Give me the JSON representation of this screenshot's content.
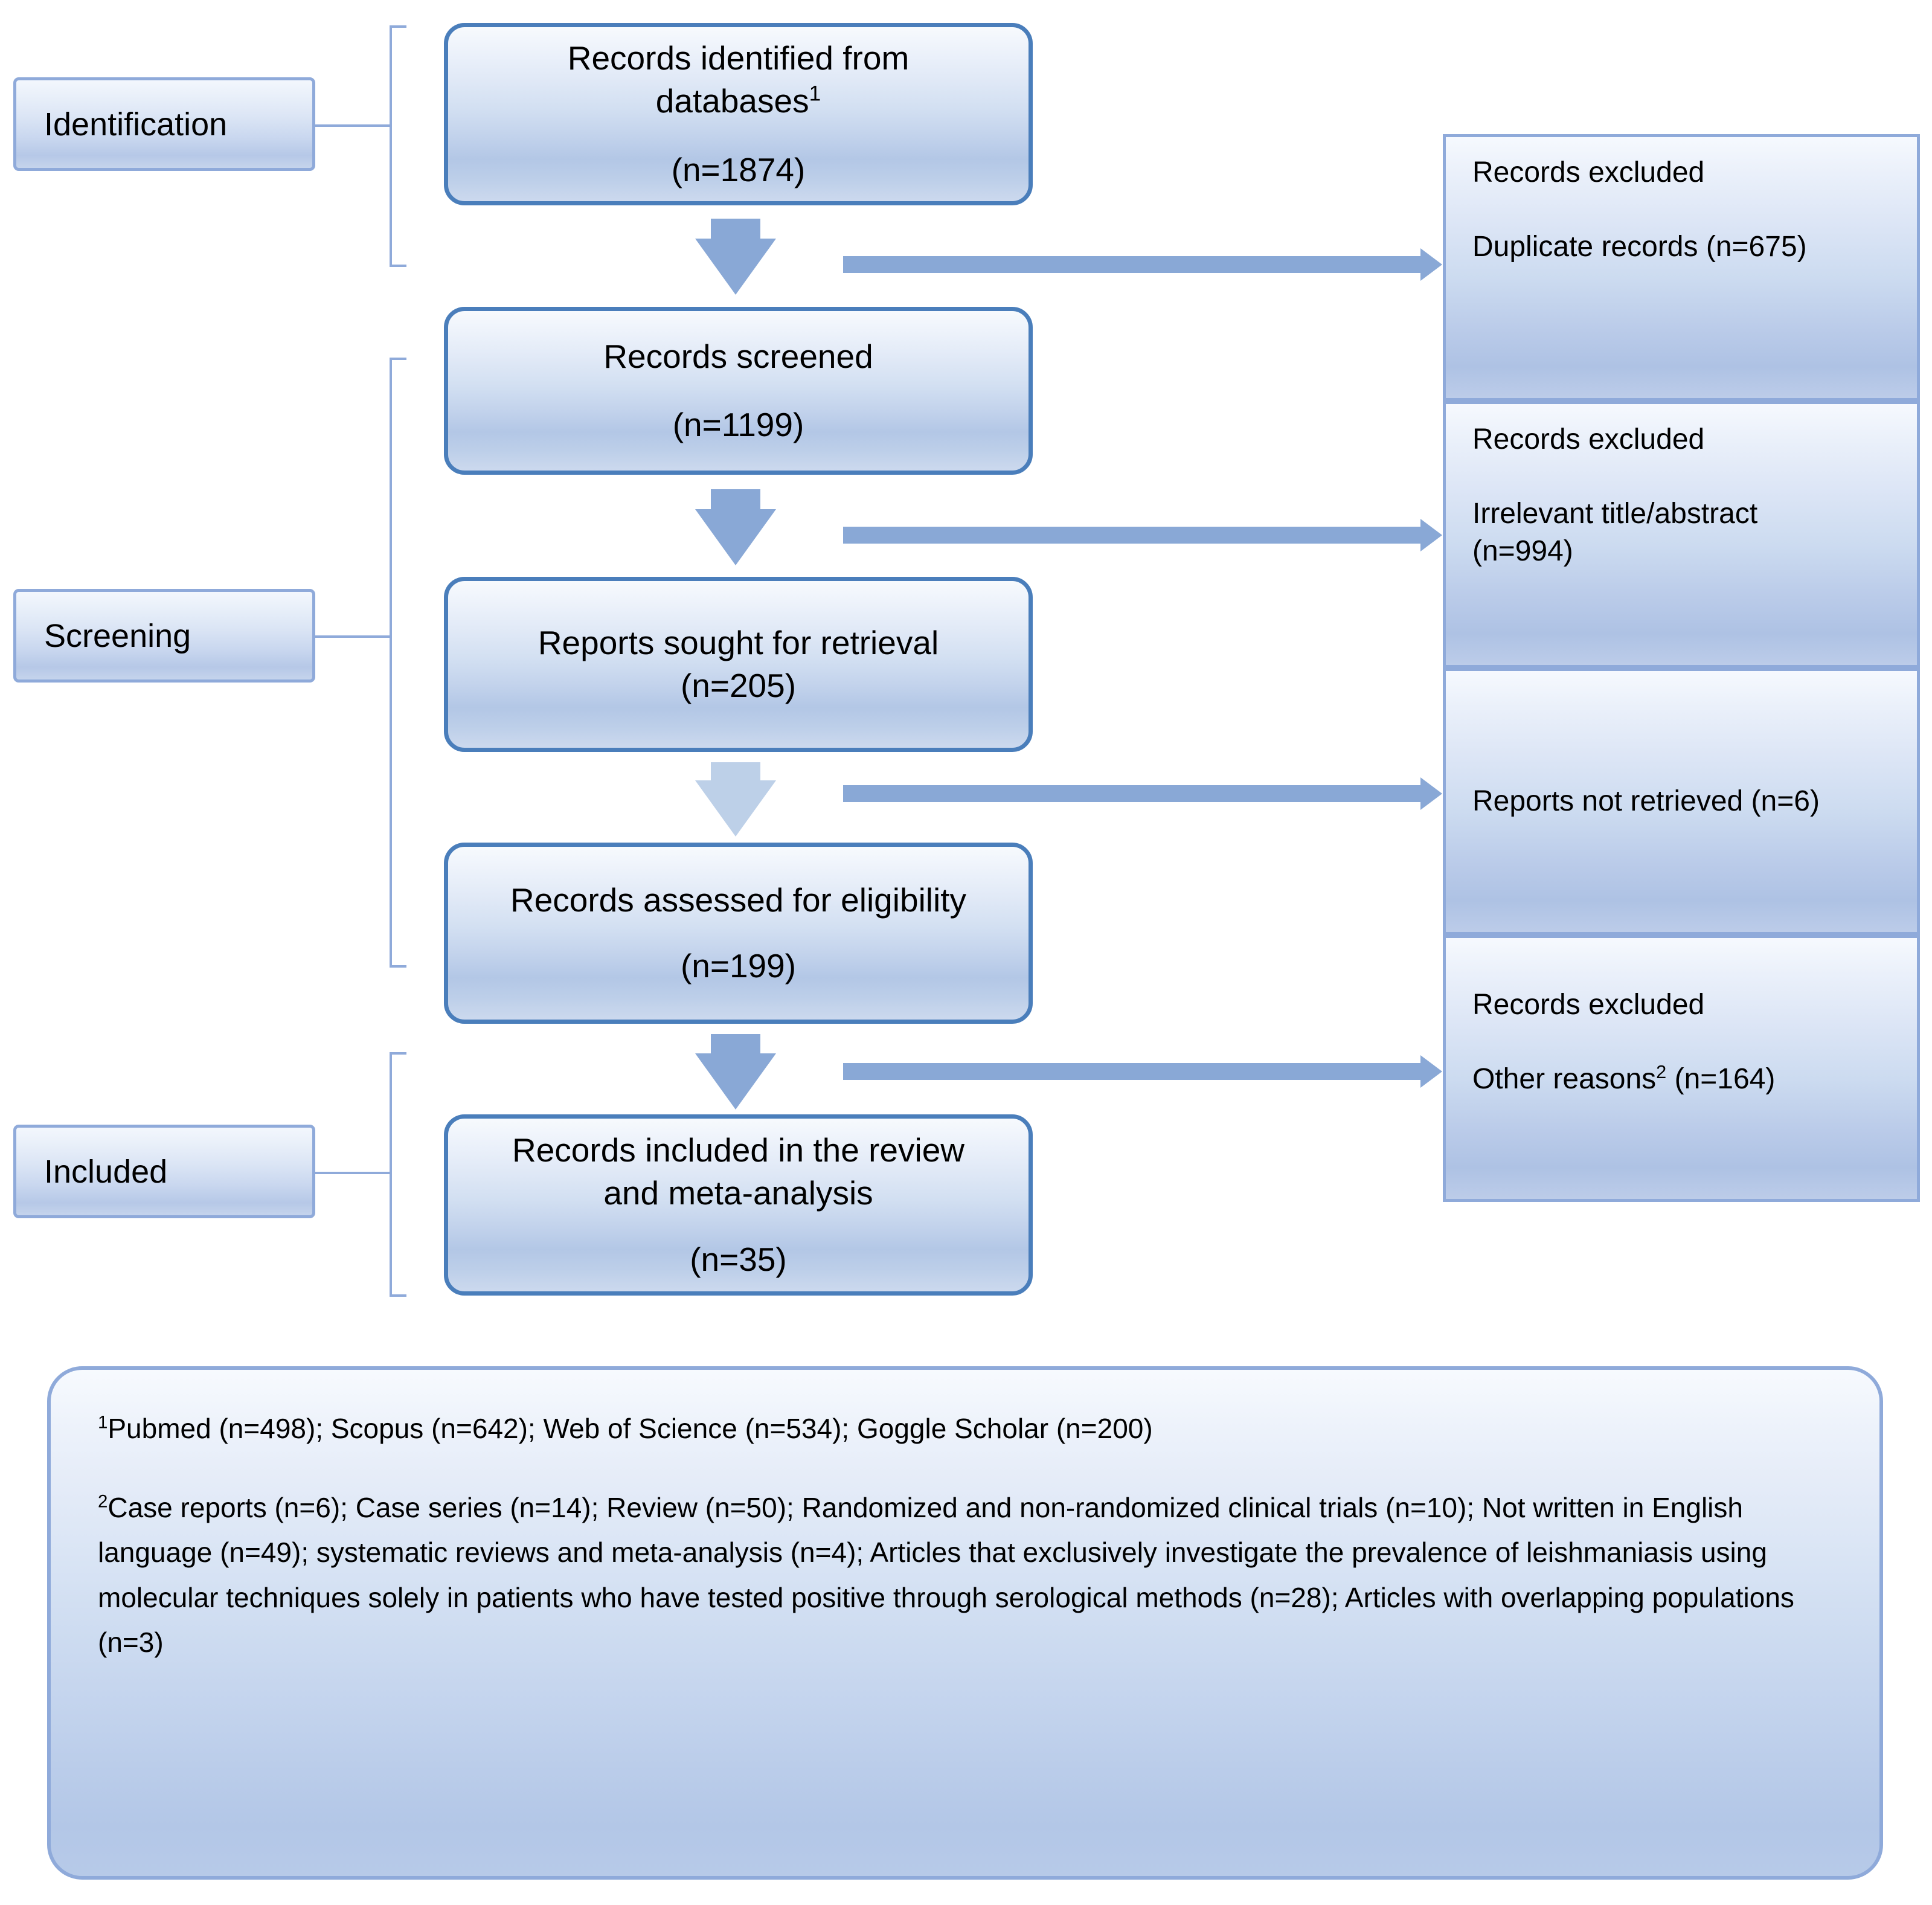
{
  "diagram": {
    "type": "prisma-flow-diagram",
    "accent_border": "#4a7ebb",
    "secondary_border": "#8faada",
    "arrow_color": "#89a8d6",
    "arrow_color_light": "#bdd0e8"
  },
  "stages": [
    {
      "id": "identification",
      "label": "Identification"
    },
    {
      "id": "screening",
      "label": "Screening"
    },
    {
      "id": "included",
      "label": "Included"
    }
  ],
  "flow": [
    {
      "id": "identified",
      "line1": "Records identified from",
      "line2": "databases",
      "footnote_marker": "1",
      "count": "(n=1874)"
    },
    {
      "id": "screened",
      "line1": "Records screened",
      "line2": "",
      "footnote_marker": "",
      "count": "(n=1199)"
    },
    {
      "id": "sought",
      "line1": "Reports sought for retrieval",
      "line2": "",
      "footnote_marker": "",
      "count": "(n=205)"
    },
    {
      "id": "assessed",
      "line1": "Records assessed for eligibility",
      "line2": "",
      "footnote_marker": "",
      "count": "(n=199)"
    },
    {
      "id": "included",
      "line1": "Records included in the review",
      "line2": "and meta-analysis",
      "footnote_marker": "",
      "count": "(n=35)"
    }
  ],
  "excluded": [
    {
      "id": "duplicates",
      "title": "Records excluded",
      "detail": "Duplicate records (n=675)",
      "detail2": ""
    },
    {
      "id": "irrelevant",
      "title": "Records excluded",
      "detail": "Irrelevant title/abstract",
      "detail2": "(n=994)"
    },
    {
      "id": "not-retrieved",
      "title": "",
      "detail": "Reports not retrieved (n=6)",
      "detail2": ""
    },
    {
      "id": "other-reasons",
      "title": "Records excluded",
      "detail_prefix": "Other reasons",
      "detail_marker": "2",
      "detail_suffix": " (n=164)"
    }
  ],
  "footnotes": {
    "note1_marker": "1",
    "note1_text": "Pubmed (n=498); Scopus (n=642); Web of Science (n=534); Goggle Scholar (n=200)",
    "note2_marker": "2",
    "note2_text": "Case reports (n=6); Case series (n=14); Review (n=50); Randomized and non-randomized clinical trials (n=10); Not written in English language (n=49); systematic reviews and meta-analysis (n=4); Articles that exclusively investigate the prevalence of leishmaniasis using molecular techniques solely in patients who have tested positive through serological methods (n=28); Articles with overlapping populations (n=3)"
  }
}
